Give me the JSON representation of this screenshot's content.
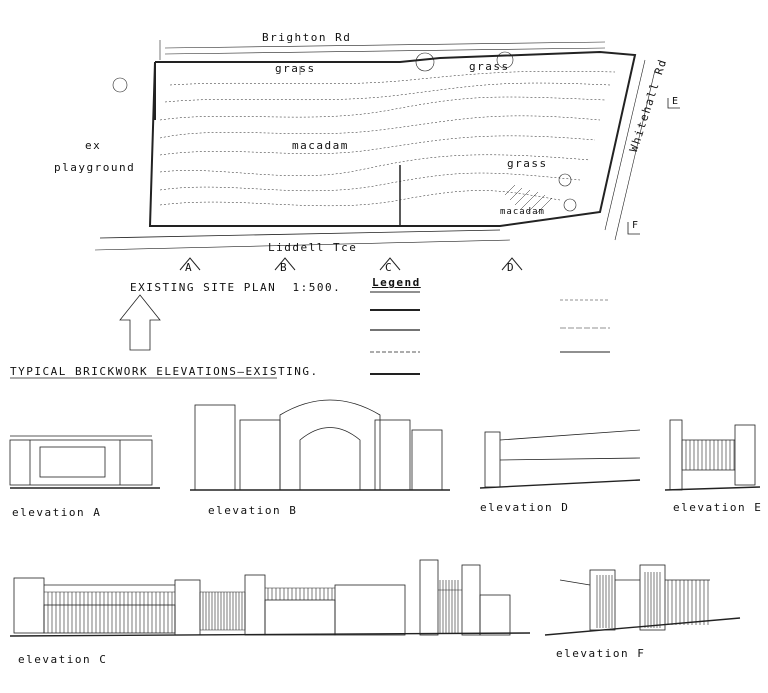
{
  "site_plan": {
    "roads": {
      "north": "Brighton Rd",
      "south": "Liddell Tce",
      "east": "Whitehall Rd"
    },
    "areas": {
      "grass_north_left": "grass",
      "grass_north_right": "grass",
      "macadam_main": "macadam",
      "grass_east": "grass",
      "macadam_corner": "macadam",
      "ex_playground_line1": "ex",
      "ex_playground_line2": "playground"
    },
    "section_markers": [
      "A",
      "B",
      "C",
      "D"
    ],
    "side_markers": [
      "E",
      "F"
    ],
    "title": "EXISTING SITE PLAN",
    "scale": "1:500."
  },
  "legend": {
    "heading": "Legend"
  },
  "elevations_section": {
    "title": "TYPICAL BRICKWORK ELEVATIONS—EXISTING.",
    "labels": {
      "a": "elevation A",
      "b": "elevation B",
      "c": "elevation C",
      "d": "elevation D",
      "e": "elevation E",
      "f": "elevation F"
    }
  }
}
